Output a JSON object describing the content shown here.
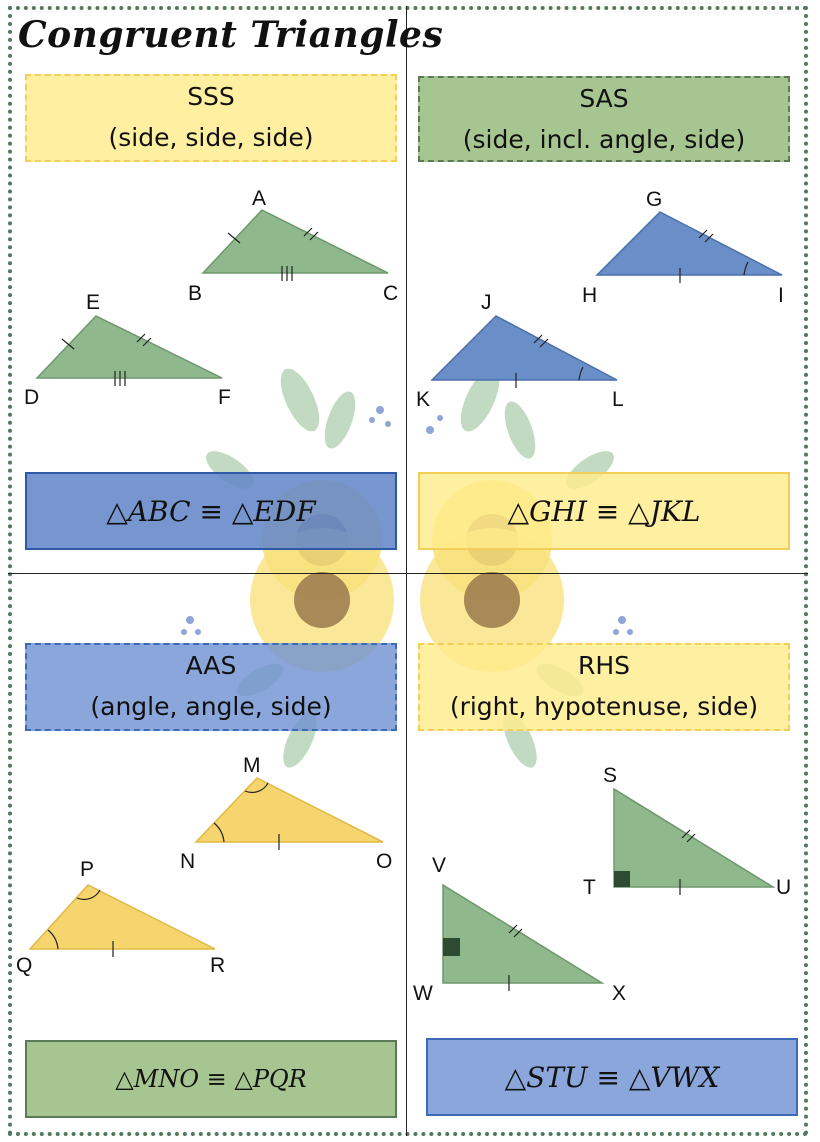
{
  "title": "Congruent Triangles",
  "sections": {
    "sss": {
      "name": "SSS",
      "desc": "(side, side, side)",
      "congruence": "△ABC ≡ △EDF"
    },
    "sas": {
      "name": "SAS",
      "desc": "(side, incl. angle, side)",
      "congruence": "△GHI ≡ △JKL"
    },
    "aas": {
      "name": "AAS",
      "desc": "(angle, angle, side)",
      "congruence": "△MNO ≡ △PQR"
    },
    "rhs": {
      "name": "RHS",
      "desc": "(right, hypotenuse, side)",
      "congruence": "△STU ≡ △VWX"
    }
  },
  "vertices": {
    "A": "A",
    "B": "B",
    "C": "C",
    "D": "D",
    "E": "E",
    "F": "F",
    "G": "G",
    "H": "H",
    "I": "I",
    "J": "J",
    "K": "K",
    "L": "L",
    "M": "M",
    "N": "N",
    "O": "O",
    "P": "P",
    "Q": "Q",
    "R": "R",
    "S": "S",
    "T": "T",
    "U": "U",
    "V": "V",
    "W": "W",
    "X": "X"
  },
  "colors": {
    "green_triangle": "#8fb88c",
    "blue_triangle": "#6a8ec8",
    "yellow_triangle": "#f7d56e",
    "border_dots": "#4f7a5c"
  }
}
